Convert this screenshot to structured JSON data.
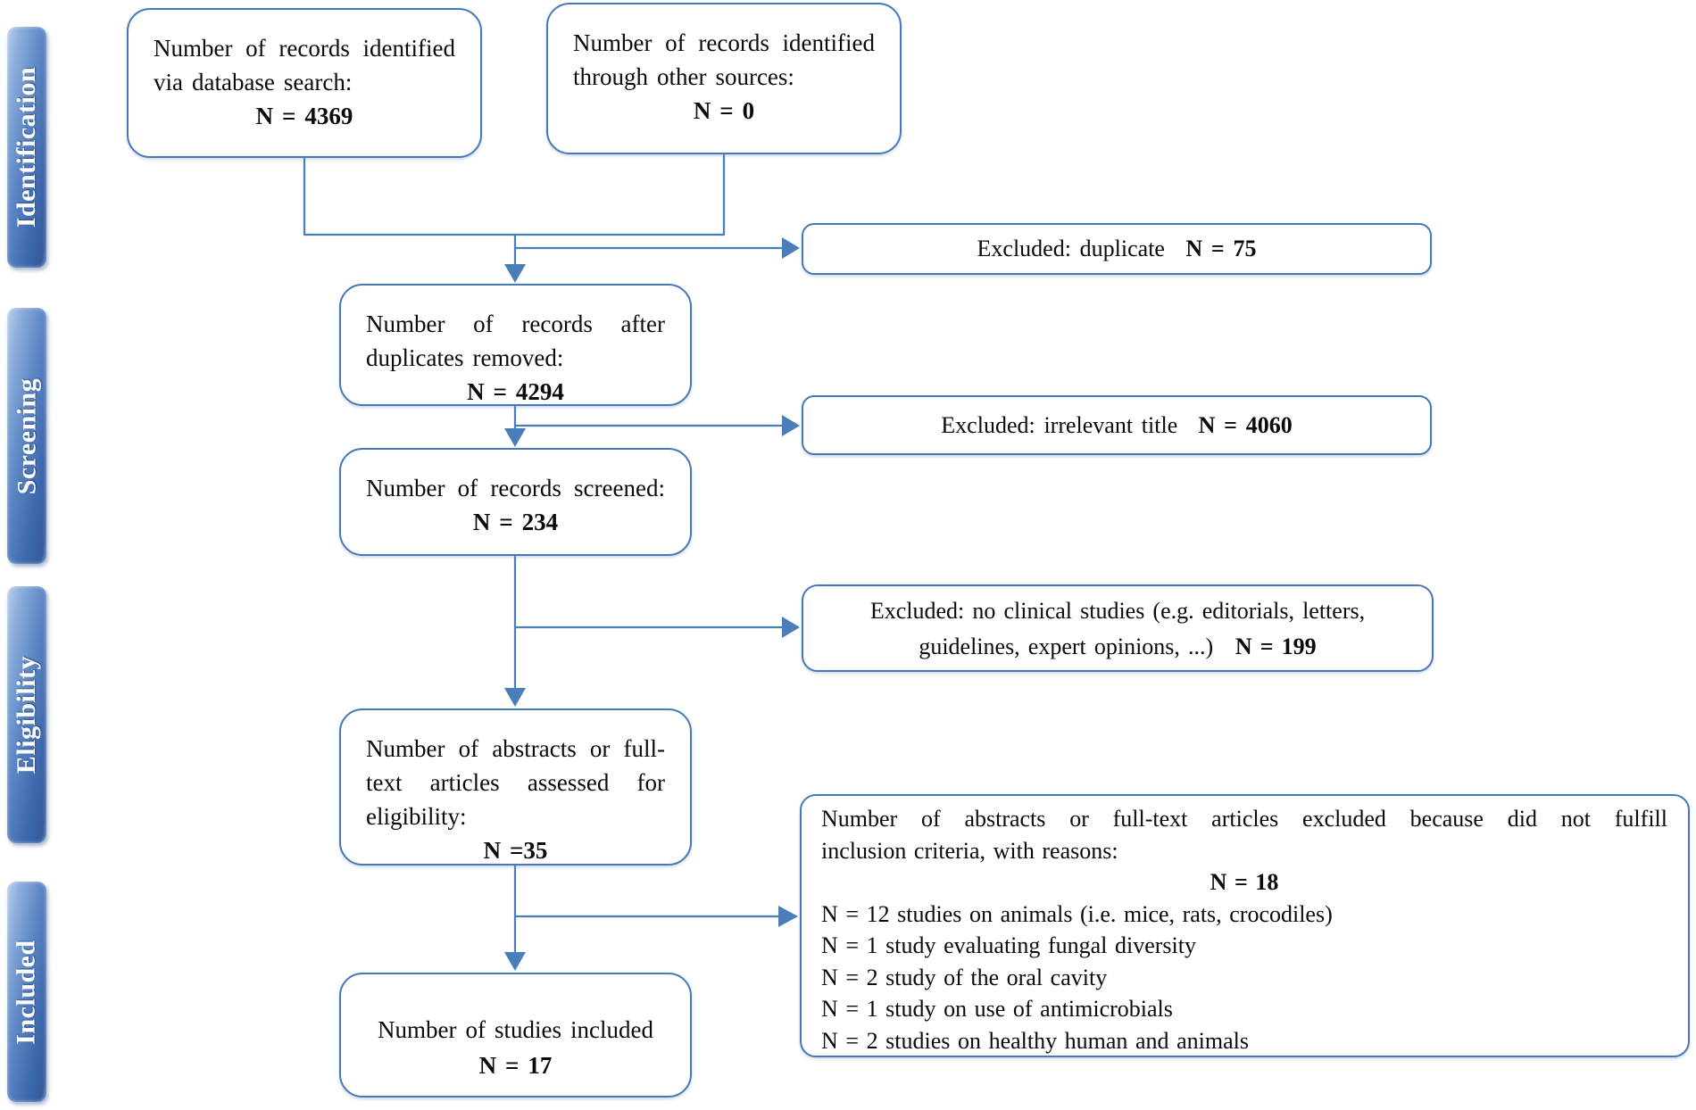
{
  "sidebar": {
    "identification": "Identification",
    "screening": "Screening",
    "eligibility": "Eligibility",
    "included": "Included"
  },
  "boxes": {
    "identified_db": {
      "line1": "Number of records identified",
      "line2": "via database search:",
      "value": "N = 4369"
    },
    "identified_other": {
      "line1": "Number of records identified",
      "line2": "through other sources:",
      "value": "N = 0"
    },
    "excluded_duplicate": {
      "text": "Excluded:  duplicate",
      "value": "N = 75"
    },
    "after_duplicates": {
      "line1": "Number of records after",
      "line2": "duplicates removed:",
      "value": "N = 4294"
    },
    "excluded_irrelevant": {
      "text": "Excluded:  irrelevant  title",
      "value": "N = 4060"
    },
    "screened": {
      "line1": "Number of records screened:",
      "value": "N = 234"
    },
    "excluded_no_clinical": {
      "line1": "Excluded:  no clinical  studies  (e.g.  editorials,  letters,",
      "line2": "guidelines,  expert  opinions,  ...)",
      "value": "N = 199"
    },
    "assessed": {
      "line1": "Number of abstracts or full-",
      "line2": "text articles assessed for",
      "line3": "eligibility:",
      "value": "N =35"
    },
    "excluded_reasons": {
      "header1": "Number of abstracts or full-text articles excluded because did not fulfill",
      "header2": "inclusion criteria, with reasons:",
      "value": "N = 18",
      "reasons": [
        "N = 12 studies on animals (i.e. mice, rats, crocodiles)",
        "N = 1 study evaluating fungal diversity",
        "N = 2 study of the oral cavity",
        "N = 1 study on use of antimicrobials",
        "N = 2 studies on healthy human and animals"
      ]
    },
    "included_studies": {
      "line1": "Number of studies included",
      "value": "N = 17"
    }
  },
  "colors": {
    "box_border": "#4678b8",
    "connector": "#4a7ebb",
    "bar_dark": "#345c9d",
    "bar_light": "#b9cfec"
  }
}
